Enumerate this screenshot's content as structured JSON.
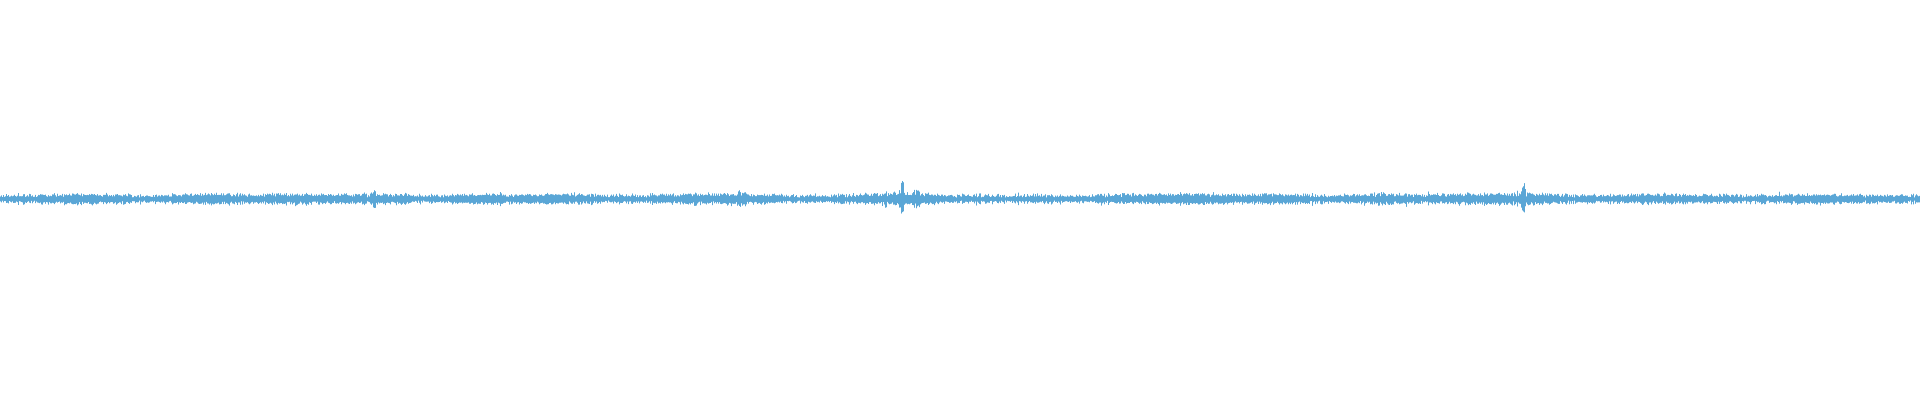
{
  "waveform": {
    "color": "#5aa6d6",
    "background": "#ffffff",
    "baseline_amplitude": 0.012,
    "noise_amplitude": 0.018,
    "peaks": [
      {
        "at": 0.047,
        "amp": 0.03
      },
      {
        "at": 0.111,
        "amp": 0.03
      },
      {
        "at": 0.155,
        "amp": 0.028
      },
      {
        "at": 0.195,
        "amp": 0.05
      },
      {
        "at": 0.256,
        "amp": 0.03
      },
      {
        "at": 0.292,
        "amp": 0.028
      },
      {
        "at": 0.362,
        "amp": 0.035
      },
      {
        "at": 0.385,
        "amp": 0.045
      },
      {
        "at": 0.47,
        "amp": 0.1
      },
      {
        "at": 0.6,
        "amp": 0.028
      },
      {
        "at": 0.625,
        "amp": 0.03
      },
      {
        "at": 0.66,
        "amp": 0.028
      },
      {
        "at": 0.72,
        "amp": 0.035
      },
      {
        "at": 0.765,
        "amp": 0.035
      },
      {
        "at": 0.793,
        "amp": 0.08
      },
      {
        "at": 0.86,
        "amp": 0.028
      },
      {
        "at": 0.95,
        "amp": 0.025
      }
    ]
  }
}
